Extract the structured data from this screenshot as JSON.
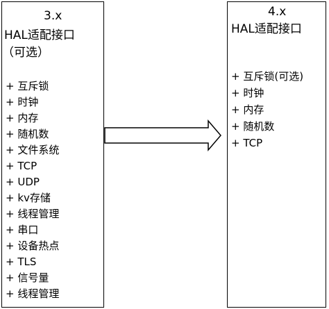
{
  "left_box": {
    "version": "3.x",
    "title": "HAL适配接口",
    "subtitle": "（可选）",
    "items": [
      "+ 互斥锁",
      "+ 时钟",
      "+ 内存",
      "+ 随机数",
      "+ 文件系统",
      "+ TCP",
      "+ UDP",
      "+ kv存储",
      "+ 线程管理",
      "+ 串口",
      "+ 设备热点",
      "+ TLS",
      "+ 信号量",
      "+ 线程管理"
    ]
  },
  "right_box": {
    "version": "4.x",
    "title": "HAL适配接口",
    "items": [
      "+ 互斥锁(可选)",
      "+ 时钟",
      "+ 内存",
      "+ 随机数",
      "+ TCP"
    ]
  }
}
